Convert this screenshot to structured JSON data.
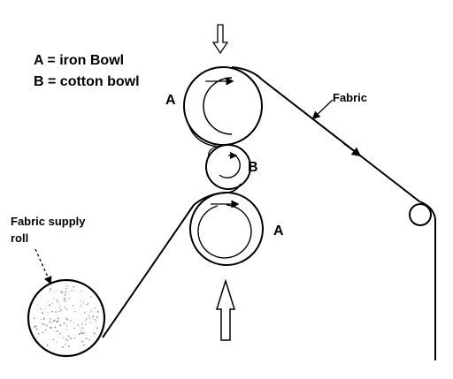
{
  "legend": {
    "line_a": "A = iron Bowl",
    "line_b": "B = cotton bowl"
  },
  "labels": {
    "bowl_top": "A",
    "bowl_middle": "B",
    "bowl_bottom": "A",
    "fabric": "Fabric",
    "supply_roll_line1": "Fabric supply",
    "supply_roll_line2": "roll"
  },
  "colors": {
    "ink": "#000000",
    "background": "#ffffff",
    "speckle": "#9a9a9a"
  }
}
